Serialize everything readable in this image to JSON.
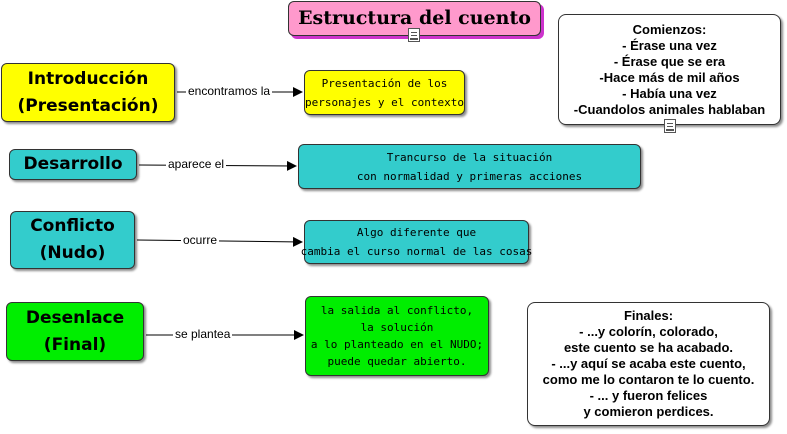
{
  "title": "Estructura del cuento",
  "colors": {
    "title_bg": "#ff99cc",
    "title_shadow": "#cc33cc",
    "intro": "#ffff00",
    "teal": "#33cccc",
    "green": "#00ee00"
  },
  "nodes": {
    "introduccion": {
      "lines": [
        "Introducción",
        "(Presentación)"
      ]
    },
    "desarrollo": {
      "lines": [
        "Desarrollo"
      ]
    },
    "conflicto": {
      "lines": [
        "Conflicto",
        "(Nudo)"
      ]
    },
    "desenlace": {
      "lines": [
        "Desenlace",
        "(Final)"
      ]
    }
  },
  "connectors": {
    "introduccion": "encontramos la",
    "desarrollo": "aparece el",
    "conflicto": "ocurre",
    "desenlace": "se plantea"
  },
  "descriptions": {
    "introduccion": [
      "Presentación de los",
      "personajes y el contexto"
    ],
    "desarrollo": [
      "Trancurso de la situación",
      "con normalidad y primeras acciones"
    ],
    "conflicto": [
      "Algo diferente que",
      "cambia el curso normal de las cosas"
    ],
    "desenlace": [
      "la salida al conflicto,",
      "la solución",
      "a lo planteado en el NUDO;",
      "puede quedar abierto."
    ]
  },
  "comienzos": {
    "lines": [
      "Comienzos:",
      "- Érase una vez",
      "- Érase que se era",
      "-Hace más de mil años",
      "- Había una vez",
      "-Cuandolos animales hablaban"
    ]
  },
  "finales": {
    "lines": [
      "Finales:",
      "- ...y colorín, colorado,",
      "este cuento se ha acabado.",
      "- ...y aquí se acaba este cuento,",
      "como me lo contaron te lo cuento.",
      "- ... y fueron felices",
      "y comieron perdices."
    ]
  },
  "icons": [
    "document-icon"
  ]
}
